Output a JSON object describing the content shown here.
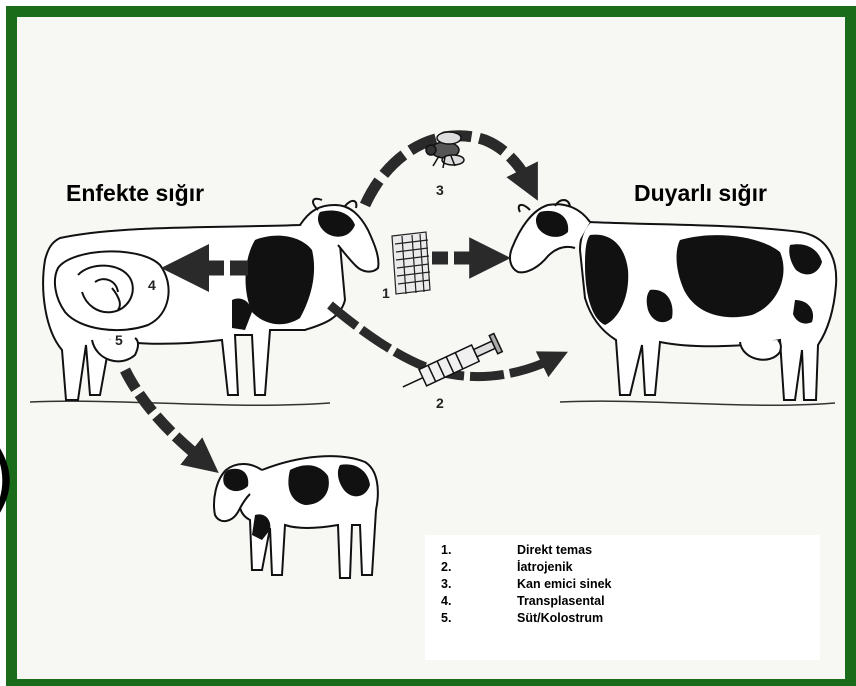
{
  "infected_label": "Enfekte sığır",
  "susceptible_label": "Duyarlı sığır",
  "route_numbers": {
    "direct": "1",
    "iatrogenic": "2",
    "fly": "3",
    "transplacental": "4",
    "milk": "5"
  },
  "legend": [
    {
      "num": "1.",
      "text": "Direkt temas"
    },
    {
      "num": "2.",
      "text": "İatrojenik"
    },
    {
      "num": "3.",
      "text": "Kan emici sinek"
    },
    {
      "num": "4.",
      "text": "Transplasental"
    },
    {
      "num": "5.",
      "text": "Süt/Kolostrum"
    }
  ],
  "colors": {
    "frame": "#1a6b1a",
    "background": "#f7f7f4",
    "ink": "#111111",
    "arrow": "#2a2a2a"
  },
  "icons": [
    "fly-icon",
    "syringe-icon",
    "contact-hatch-icon"
  ]
}
